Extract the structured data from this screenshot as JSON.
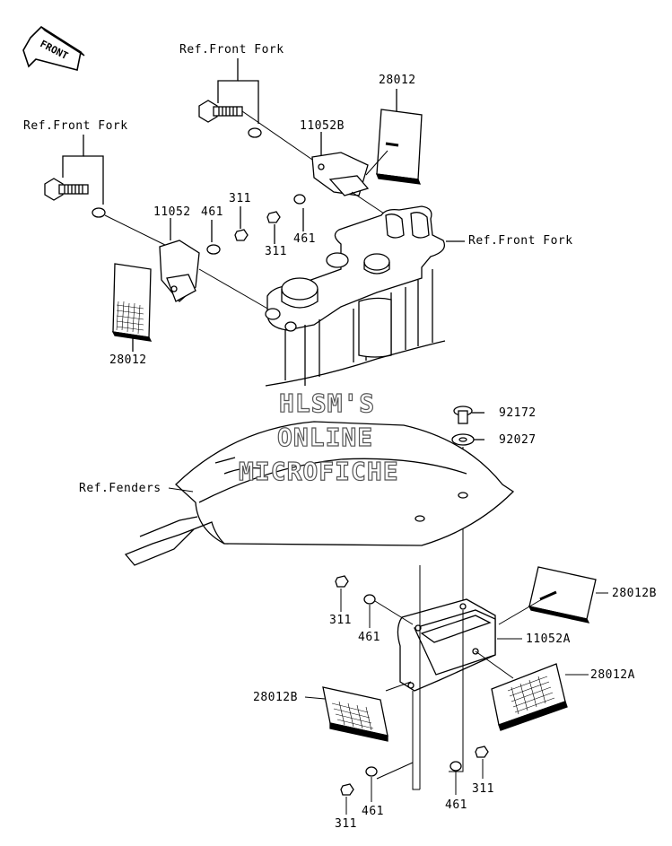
{
  "front_arrow": "FRONT",
  "refs": {
    "front_fork_top": "Ref.Front Fork",
    "front_fork_left": "Ref.Front Fork",
    "front_fork_right": "Ref.Front Fork",
    "fenders": "Ref.Fenders"
  },
  "parts": {
    "p28012_top": "28012",
    "p11052B": "11052B",
    "p11052": "11052",
    "p461_a": "461",
    "p311_a": "311",
    "p311_b": "311",
    "p461_b": "461",
    "p28012_left": "28012",
    "p92172": "92172",
    "p92027": "92027",
    "p28012B_right": "28012B",
    "p11052A": "11052A",
    "p28012A": "28012A",
    "p311_c": "311",
    "p461_c": "461",
    "p28012B_left": "28012B",
    "p461_d": "461",
    "p311_d": "311",
    "p461_e": "461",
    "p311_e": "311"
  },
  "watermark": {
    "line1": "HLSM'S",
    "line2": "ONLINE",
    "line3": "MICROFICHE"
  }
}
